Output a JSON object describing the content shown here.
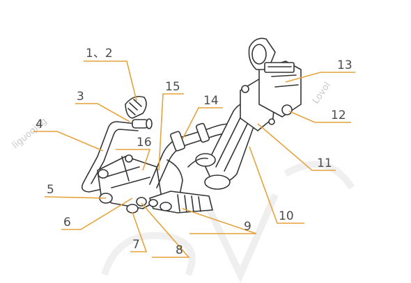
{
  "labels": {
    "l1_2": "1、2",
    "l3": "3",
    "l4": "4",
    "l5": "5",
    "l6": "6",
    "l7": "7",
    "l8": "8",
    "l9": "9",
    "l10": "10",
    "l11": "11",
    "l12": "12",
    "l13": "13",
    "l14": "14",
    "l15": "15",
    "l16": "16"
  },
  "watermarks": {
    "left": "liguoqing",
    "right": "Lovol"
  },
  "colors": {
    "leader": "#e6a23c",
    "label_text": "#4a4a4a",
    "line_art": "#333333"
  }
}
